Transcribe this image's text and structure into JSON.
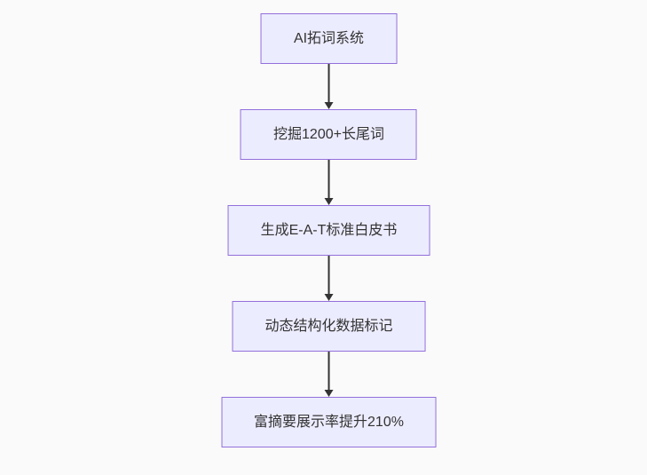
{
  "diagram": {
    "type": "flowchart",
    "direction": "top-down",
    "nodes": [
      {
        "id": "n1",
        "label": "AI拓词系统"
      },
      {
        "id": "n2",
        "label": "挖掘1200+长尾词"
      },
      {
        "id": "n3",
        "label": "生成E-A-T标准白皮书"
      },
      {
        "id": "n4",
        "label": "动态结构化数据标记"
      },
      {
        "id": "n5",
        "label": "富摘要展示率提升210%"
      }
    ],
    "edges": [
      {
        "from": "n1",
        "to": "n2",
        "style": "arrow-down"
      },
      {
        "from": "n2",
        "to": "n3",
        "style": "arrow-down"
      },
      {
        "from": "n3",
        "to": "n4",
        "style": "arrow-down"
      },
      {
        "from": "n4",
        "to": "n5",
        "style": "arrow-down"
      }
    ],
    "colors": {
      "background": "#fafafa",
      "node_fill": "#ECECFF",
      "node_border": "#9370DB",
      "node_text": "#333333",
      "edge": "#333333"
    }
  }
}
